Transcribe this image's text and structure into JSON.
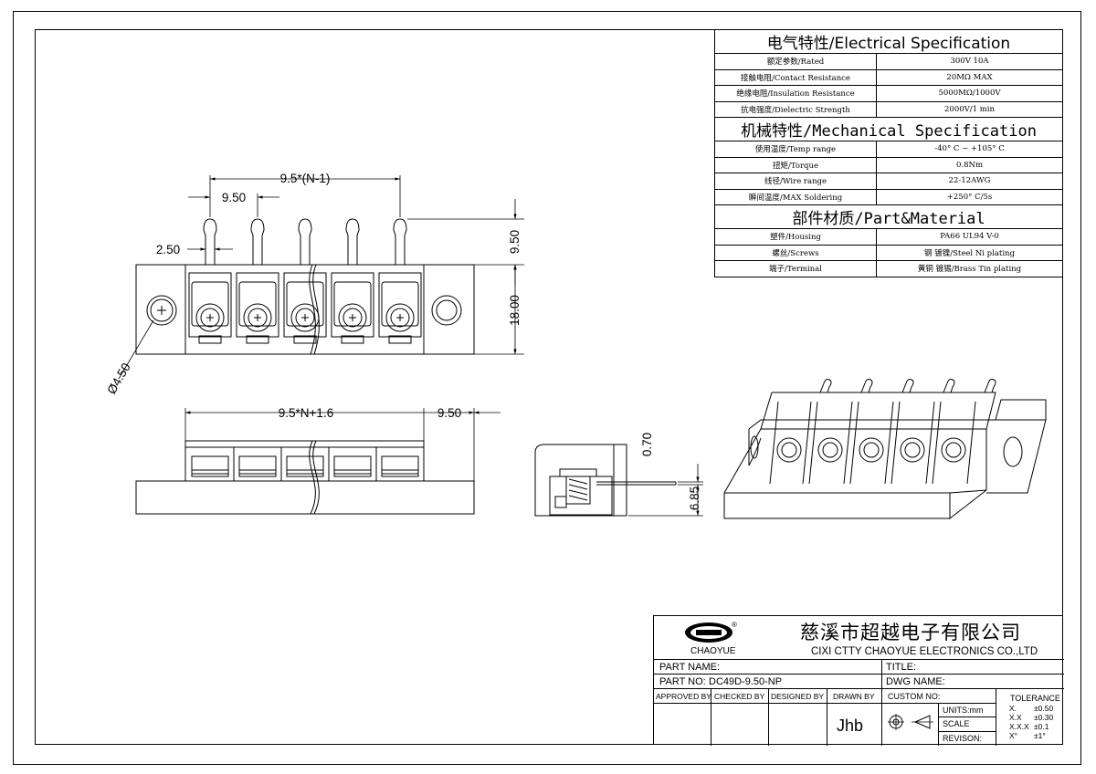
{
  "spec": {
    "electrical_title": "电气特性/Electrical Specification",
    "electrical": [
      {
        "label": "额定参数/Rated",
        "value": "300V  10A"
      },
      {
        "label": "接触电阻/Contact Resistance",
        "value": "20MΩ MAX"
      },
      {
        "label": "绝缘电阻/Insulation Resistance",
        "value": "5000MΩ/1000V"
      },
      {
        "label": "抗电强度/Dielectric Strength",
        "value": "2000V/1 min"
      }
    ],
    "mechanical_title": "机械特性/Mechanical Specification",
    "mechanical": [
      {
        "label": "使用温度/Temp range",
        "value": "-40° C ~ +105° C"
      },
      {
        "label": "扭矩/Torque",
        "value": "0.8Nm"
      },
      {
        "label": "线径/Wire range",
        "value": "22-12AWG"
      },
      {
        "label": "瞬间温度/MAX Soldering",
        "value": "+250° C/5s"
      }
    ],
    "material_title": "部件材质/Part&Material",
    "material": [
      {
        "label": "塑件/Housing",
        "value": "PA66 UL94 V-0"
      },
      {
        "label": "螺丝/Screws",
        "value": "钢 镀镍/Steel Ni plating"
      },
      {
        "label": "端子/Terminal",
        "value": "黄铜 镀锡/Brass Tin  plating"
      }
    ]
  },
  "dimensions": {
    "pitch_formula": "9.5*(N-1)",
    "pitch": "9.50",
    "pin_width": "2.50",
    "pin_height": "9.50",
    "body_height": "18.00",
    "hole_dia": "Ø4.50",
    "length_formula": "9.5*N+1.6",
    "end_offset": "9.50",
    "pin_thickness": "0.70",
    "side_height": "6.85"
  },
  "title_block": {
    "logo_text": "CHAOYUE",
    "company_cn": "慈溪市超越电子有限公司",
    "company_en": "CIXI CTTY CHAOYUE ELECTRONICS CO.,LTD",
    "part_name_label": "PART NAME:",
    "part_no_label": "PART NO:",
    "part_no": "DC49D-9.50-NP",
    "title_label": "TITLE:",
    "dwg_name_label": "DWG NAME:",
    "approved_by": "APPROVED BY",
    "checked_by": "CHECKED BY",
    "designed_by": "DESIGNED BY",
    "drawn_by": "DRAWN BY",
    "drawn_by_value": "Jhb",
    "custom_no": "CUSTOM NO:",
    "units": "UNITS:mm",
    "scale": "SCALE",
    "revision": "REVISON:",
    "tolerance_title": "TOLERANCE",
    "tolerances": [
      {
        "k": "X.",
        "v": "±0.50"
      },
      {
        "k": "X.X",
        "v": "±0.30"
      },
      {
        "k": "X.X.X",
        "v": "±0.1"
      },
      {
        "k": "X°",
        "v": "±1°"
      }
    ]
  }
}
